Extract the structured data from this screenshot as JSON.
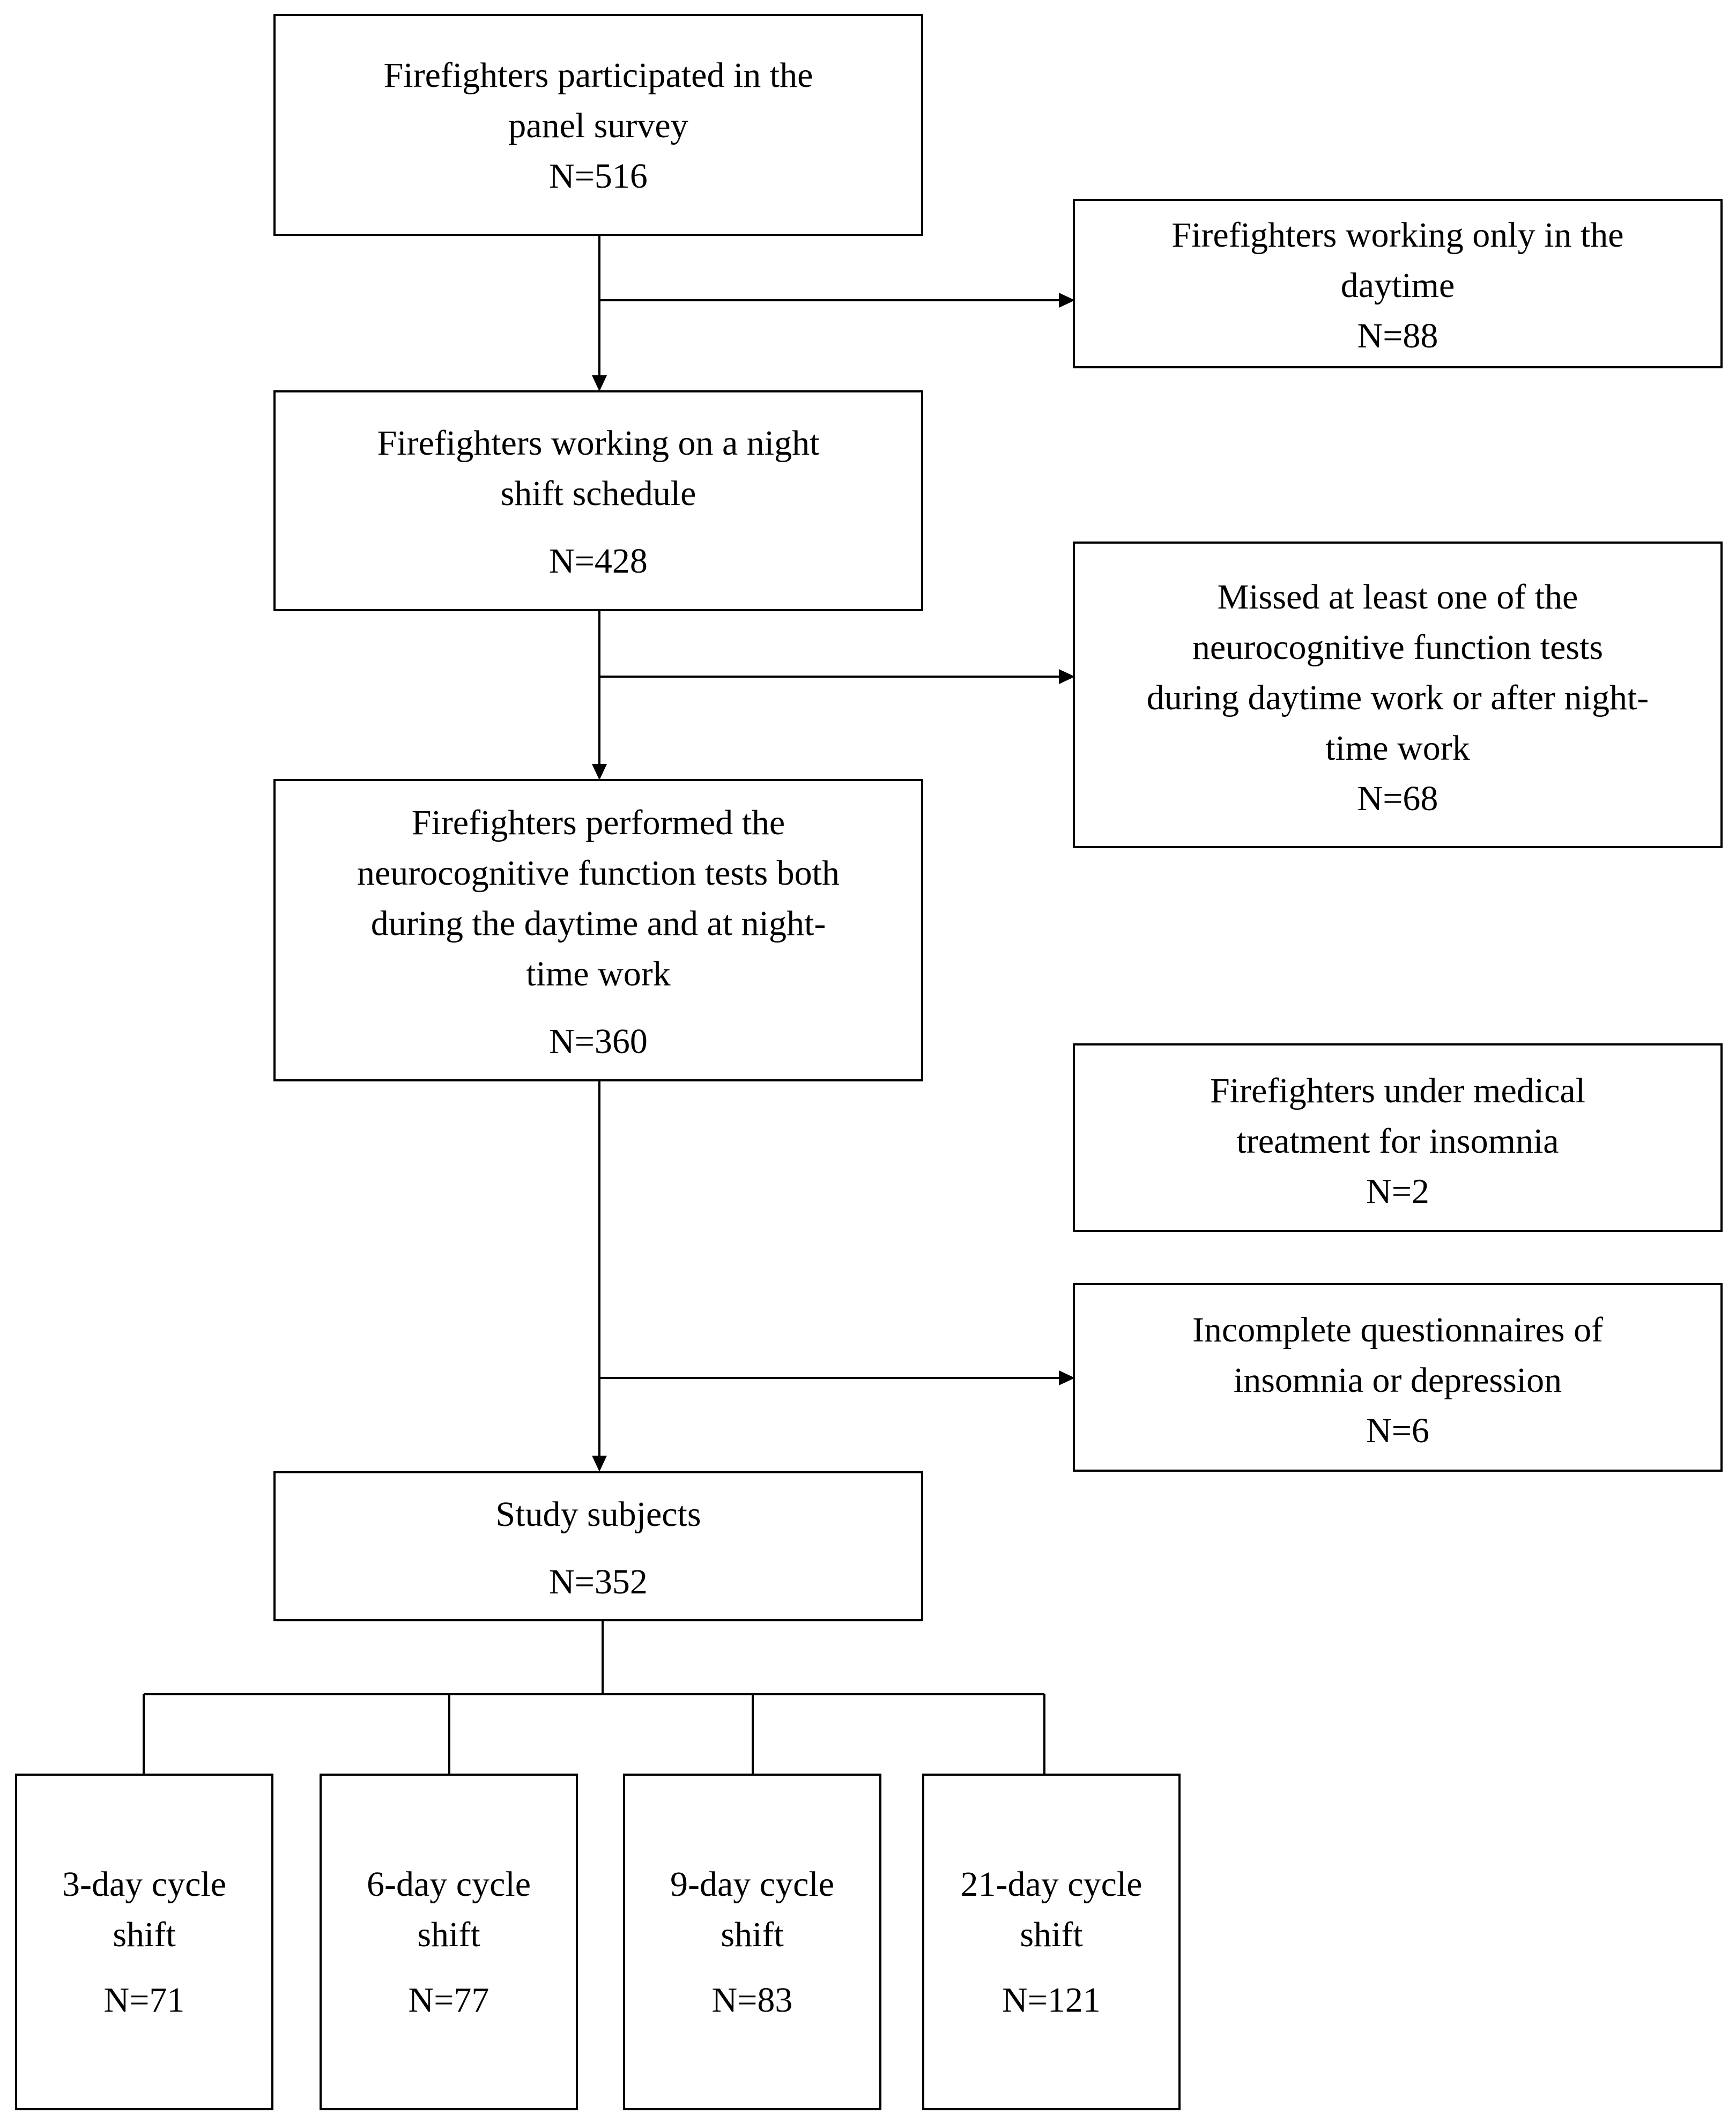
{
  "boxes": {
    "participated": {
      "lines": [
        "Firefighters participated in the",
        "panel survey"
      ],
      "n": "N=516"
    },
    "daytime_only": {
      "lines": [
        "Firefighters working only in the",
        "daytime"
      ],
      "n": "N=88"
    },
    "night_shift": {
      "lines": [
        "Firefighters working on a night",
        "shift schedule"
      ],
      "n": "N=428"
    },
    "missed_tests": {
      "lines": [
        "Missed at least one of the",
        "neurocognitive function tests",
        "during daytime work or after night-",
        "time work"
      ],
      "n": "N=68"
    },
    "performed_tests": {
      "lines": [
        "Firefighters performed the",
        "neurocognitive function tests both",
        "during the daytime and at night-",
        "time work"
      ],
      "n": "N=360"
    },
    "medical_treatment": {
      "lines": [
        "Firefighters under medical",
        "treatment for insomnia"
      ],
      "n": "N=2"
    },
    "incomplete_questionnaires": {
      "lines": [
        "Incomplete questionnaires of",
        "insomnia or depression"
      ],
      "n": "N=6"
    },
    "study_subjects": {
      "lines": [
        "Study subjects"
      ],
      "n": "N=352"
    },
    "shift_3day": {
      "lines": [
        "3-day cycle",
        "shift"
      ],
      "n": "N=71"
    },
    "shift_6day": {
      "lines": [
        "6-day cycle",
        "shift"
      ],
      "n": "N=77"
    },
    "shift_9day": {
      "lines": [
        "9-day cycle",
        "shift"
      ],
      "n": "N=83"
    },
    "shift_21day": {
      "lines": [
        "21-day cycle",
        "shift"
      ],
      "n": "N=121"
    }
  }
}
